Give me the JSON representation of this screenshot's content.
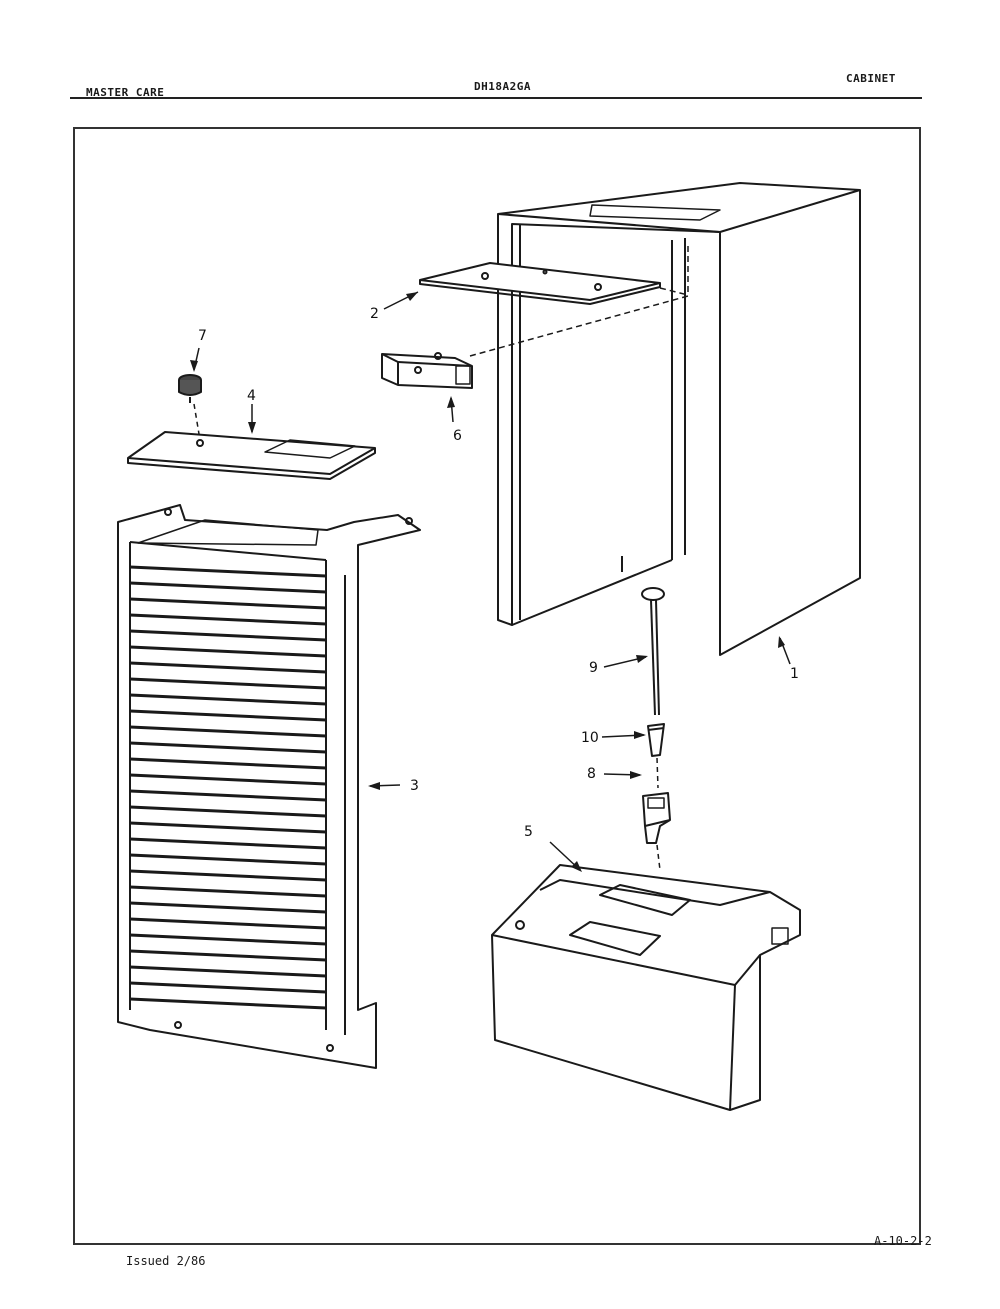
{
  "header": {
    "left": "MASTER CARE",
    "center": "DH18A2GA",
    "right": "CABINET"
  },
  "footer": {
    "issued": "Issued 2/86",
    "page_code": "A-10-2-2"
  },
  "callouts": {
    "c1": "1",
    "c2": "2",
    "c3": "3",
    "c4": "4",
    "c5": "5",
    "c6": "6",
    "c7": "7",
    "c8": "8",
    "c9": "9",
    "c10": "10"
  }
}
